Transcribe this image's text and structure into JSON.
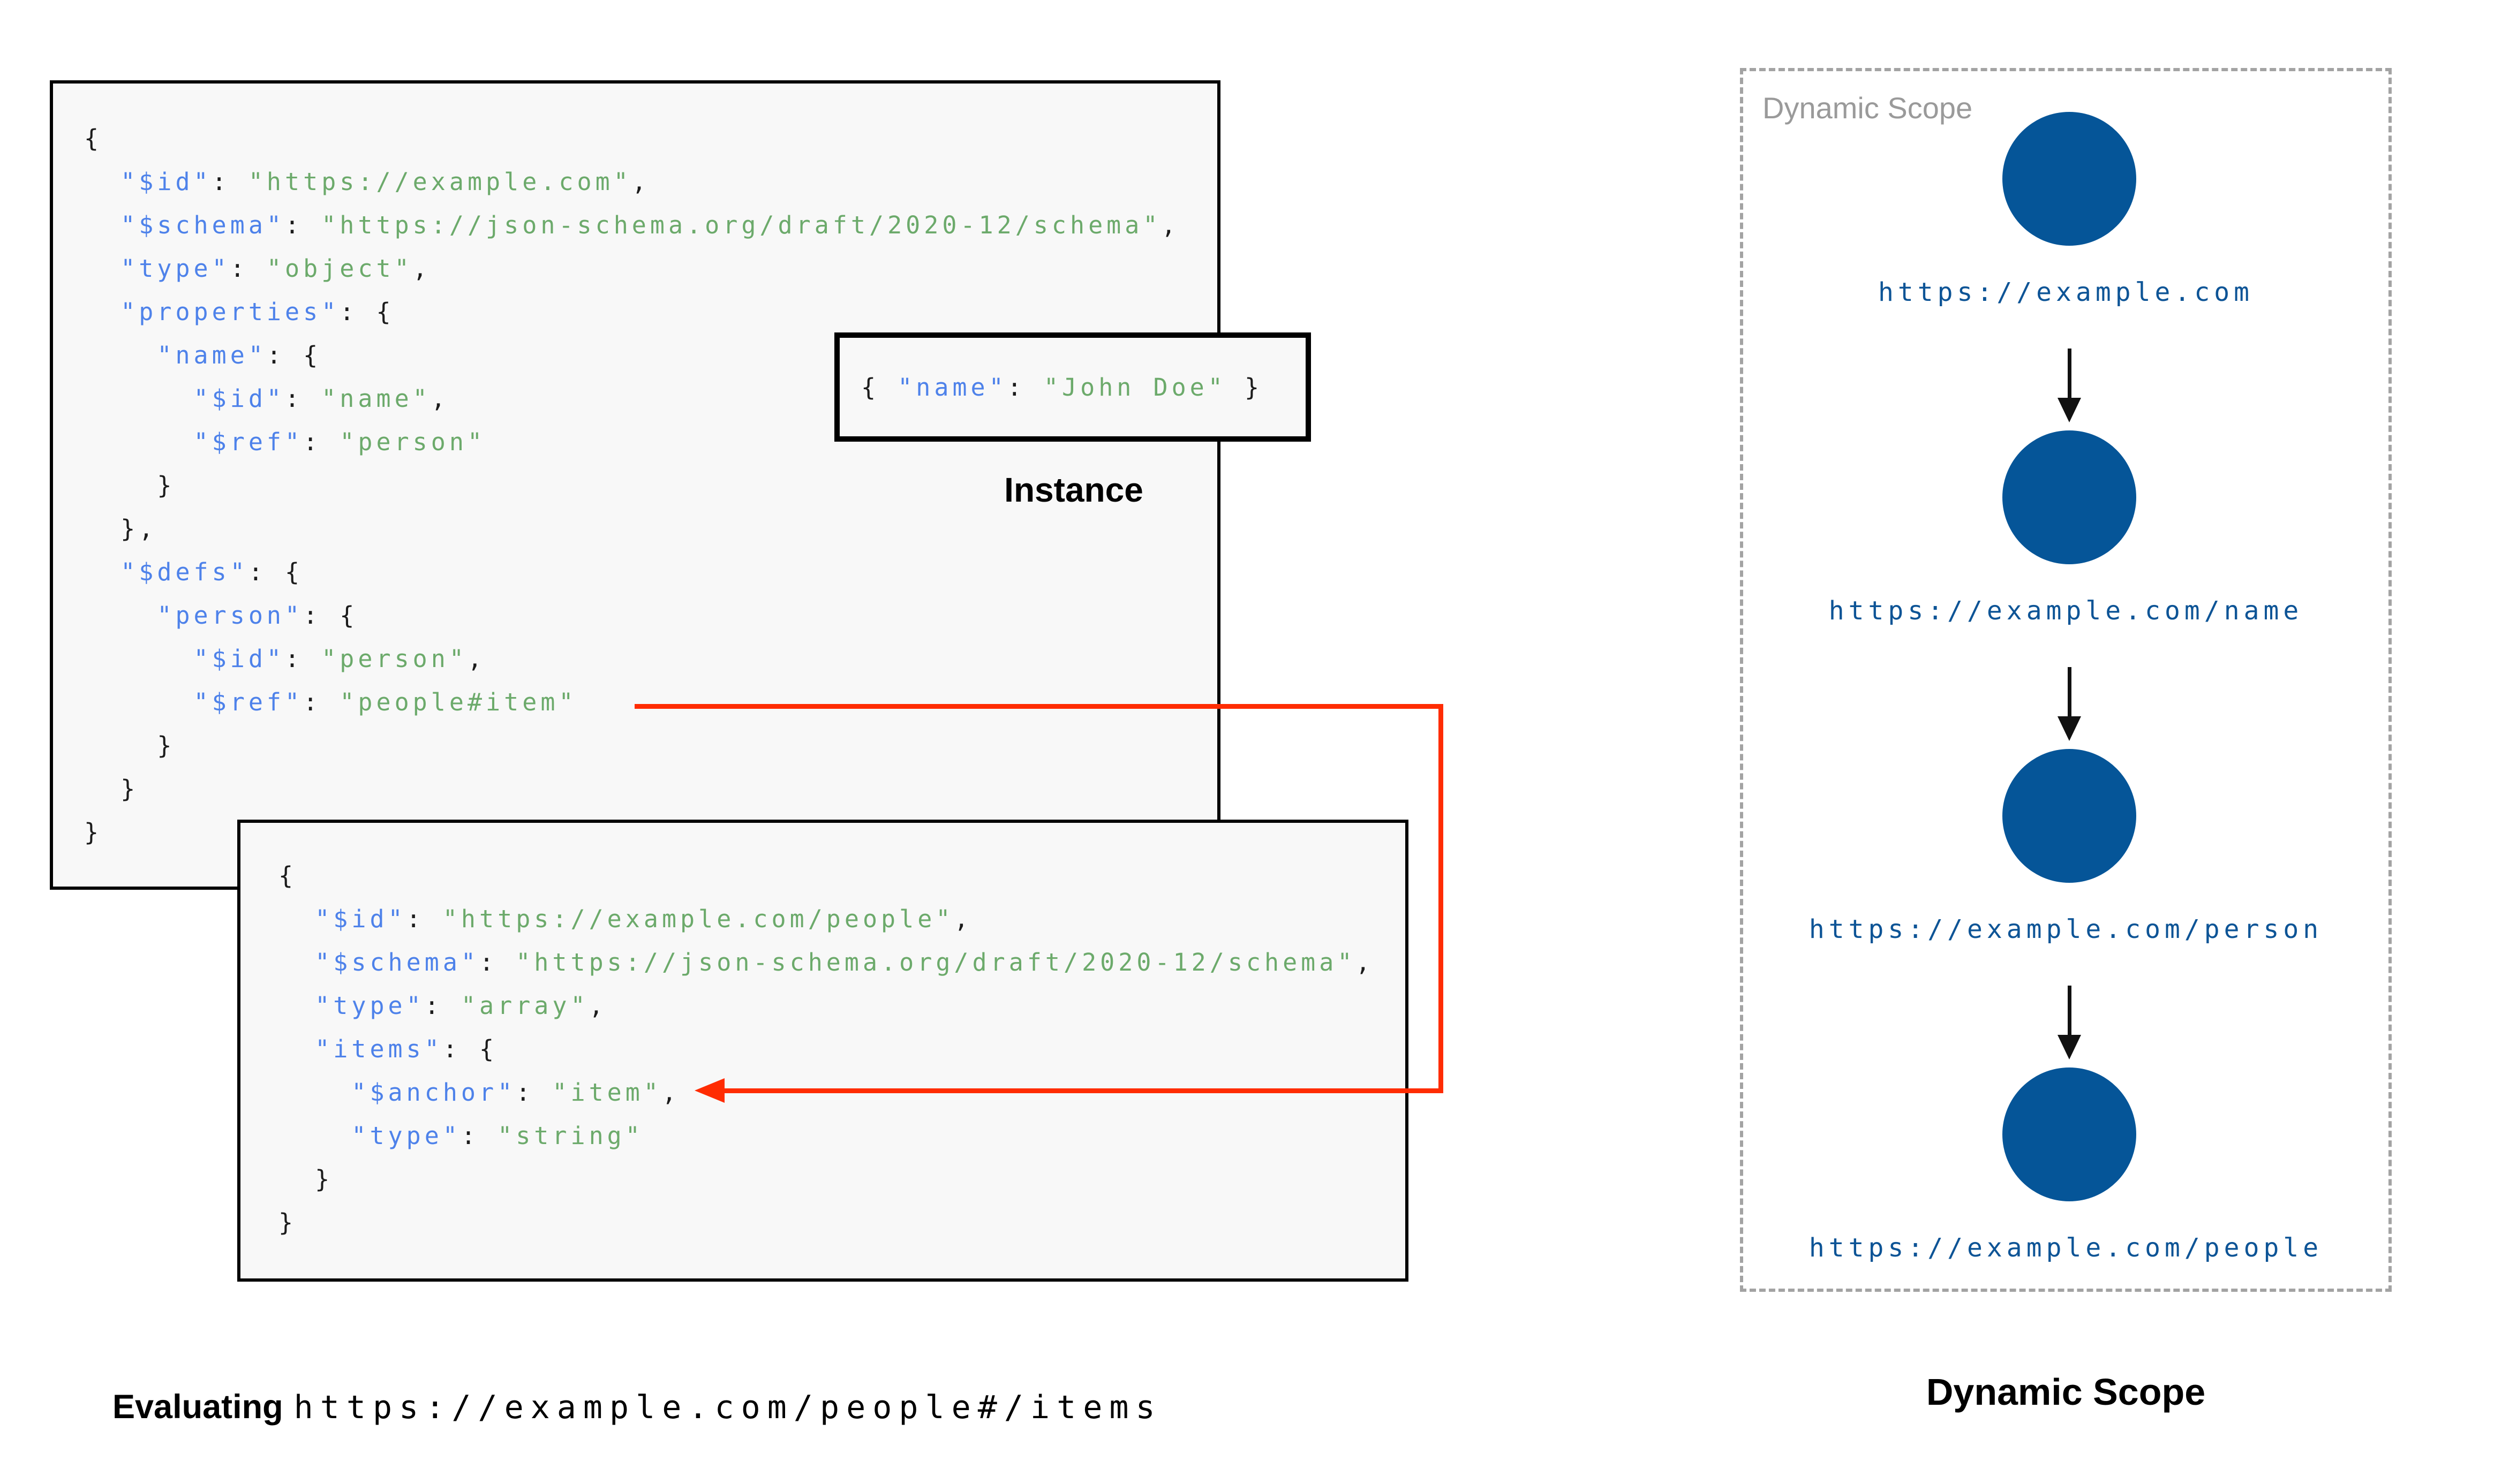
{
  "palette": {
    "key_blue": "#4e82ea",
    "string_green": "#6caa6b",
    "punct_black": "#1c1c1c",
    "red_connector": "#ff2c02",
    "circle_blue": "#055598",
    "label_blue": "#0d5496",
    "gray_label": "#9a9a9a",
    "box_background": "#f8f8f8"
  },
  "schema_main": {
    "lines": [
      [
        {
          "t": "{",
          "c": "p"
        }
      ],
      [
        {
          "t": "  ",
          "c": "p"
        },
        {
          "t": "\"$id\"",
          "c": "k"
        },
        {
          "t": ": ",
          "c": "p"
        },
        {
          "t": "\"https://example.com\"",
          "c": "s"
        },
        {
          "t": ",",
          "c": "p"
        }
      ],
      [
        {
          "t": "  ",
          "c": "p"
        },
        {
          "t": "\"$schema\"",
          "c": "k"
        },
        {
          "t": ": ",
          "c": "p"
        },
        {
          "t": "\"https://json-schema.org/draft/2020-12/schema\"",
          "c": "s"
        },
        {
          "t": ",",
          "c": "p"
        }
      ],
      [
        {
          "t": "  ",
          "c": "p"
        },
        {
          "t": "\"type\"",
          "c": "k"
        },
        {
          "t": ": ",
          "c": "p"
        },
        {
          "t": "\"object\"",
          "c": "s"
        },
        {
          "t": ",",
          "c": "p"
        }
      ],
      [
        {
          "t": "  ",
          "c": "p"
        },
        {
          "t": "\"properties\"",
          "c": "k"
        },
        {
          "t": ": {",
          "c": "p"
        }
      ],
      [
        {
          "t": "    ",
          "c": "p"
        },
        {
          "t": "\"name\"",
          "c": "k"
        },
        {
          "t": ": {",
          "c": "p"
        }
      ],
      [
        {
          "t": "      ",
          "c": "p"
        },
        {
          "t": "\"$id\"",
          "c": "k"
        },
        {
          "t": ": ",
          "c": "p"
        },
        {
          "t": "\"name\"",
          "c": "s"
        },
        {
          "t": ",",
          "c": "p"
        }
      ],
      [
        {
          "t": "      ",
          "c": "p"
        },
        {
          "t": "\"$ref\"",
          "c": "k"
        },
        {
          "t": ": ",
          "c": "p"
        },
        {
          "t": "\"person\"",
          "c": "s"
        }
      ],
      [
        {
          "t": "    }",
          "c": "p"
        }
      ],
      [
        {
          "t": "  },",
          "c": "p"
        }
      ],
      [
        {
          "t": "  ",
          "c": "p"
        },
        {
          "t": "\"$defs\"",
          "c": "k"
        },
        {
          "t": ": {",
          "c": "p"
        }
      ],
      [
        {
          "t": "    ",
          "c": "p"
        },
        {
          "t": "\"person\"",
          "c": "k"
        },
        {
          "t": ": {",
          "c": "p"
        }
      ],
      [
        {
          "t": "      ",
          "c": "p"
        },
        {
          "t": "\"$id\"",
          "c": "k"
        },
        {
          "t": ": ",
          "c": "p"
        },
        {
          "t": "\"person\"",
          "c": "s"
        },
        {
          "t": ",",
          "c": "p"
        }
      ],
      [
        {
          "t": "      ",
          "c": "p"
        },
        {
          "t": "\"$ref\"",
          "c": "k"
        },
        {
          "t": ": ",
          "c": "p"
        },
        {
          "t": "\"people#item\"",
          "c": "s"
        }
      ],
      [
        {
          "t": "    }",
          "c": "p"
        }
      ],
      [
        {
          "t": "  }",
          "c": "p"
        }
      ],
      [
        {
          "t": "}",
          "c": "p"
        }
      ]
    ]
  },
  "schema_people": {
    "lines": [
      [
        {
          "t": "{",
          "c": "p"
        }
      ],
      [
        {
          "t": "  ",
          "c": "p"
        },
        {
          "t": "\"$id\"",
          "c": "k"
        },
        {
          "t": ": ",
          "c": "p"
        },
        {
          "t": "\"https://example.com/people\"",
          "c": "s"
        },
        {
          "t": ",",
          "c": "p"
        }
      ],
      [
        {
          "t": "  ",
          "c": "p"
        },
        {
          "t": "\"$schema\"",
          "c": "k"
        },
        {
          "t": ": ",
          "c": "p"
        },
        {
          "t": "\"https://json-schema.org/draft/2020-12/schema\"",
          "c": "s"
        },
        {
          "t": ",",
          "c": "p"
        }
      ],
      [
        {
          "t": "  ",
          "c": "p"
        },
        {
          "t": "\"type\"",
          "c": "k"
        },
        {
          "t": ": ",
          "c": "p"
        },
        {
          "t": "\"array\"",
          "c": "s"
        },
        {
          "t": ",",
          "c": "p"
        }
      ],
      [
        {
          "t": "  ",
          "c": "p"
        },
        {
          "t": "\"items\"",
          "c": "k"
        },
        {
          "t": ": {",
          "c": "p"
        }
      ],
      [
        {
          "t": "    ",
          "c": "p"
        },
        {
          "t": "\"$anchor\"",
          "c": "k"
        },
        {
          "t": ": ",
          "c": "p"
        },
        {
          "t": "\"item\"",
          "c": "s"
        },
        {
          "t": ",",
          "c": "p"
        }
      ],
      [
        {
          "t": "    ",
          "c": "p"
        },
        {
          "t": "\"type\"",
          "c": "k"
        },
        {
          "t": ": ",
          "c": "p"
        },
        {
          "t": "\"string\"",
          "c": "s"
        }
      ],
      [
        {
          "t": "  }",
          "c": "p"
        }
      ],
      [
        {
          "t": "}",
          "c": "p"
        }
      ]
    ]
  },
  "instance": {
    "label": "Instance",
    "lines": [
      [
        {
          "t": "{ ",
          "c": "p"
        },
        {
          "t": "\"name\"",
          "c": "k"
        },
        {
          "t": ": ",
          "c": "p"
        },
        {
          "t": "\"John Doe\"",
          "c": "s"
        },
        {
          "t": " }",
          "c": "p"
        }
      ]
    ]
  },
  "dynamic_scope": {
    "panel_title": "Dynamic Scope",
    "caption": "Dynamic Scope",
    "nodes": [
      {
        "label": "https://example.com"
      },
      {
        "label": "https://example.com/name"
      },
      {
        "label": "https://example.com/person"
      },
      {
        "label": "https://example.com/people"
      }
    ]
  },
  "evaluating": {
    "prefix": "Evaluating",
    "uri": "https://example.com/people#/items"
  }
}
